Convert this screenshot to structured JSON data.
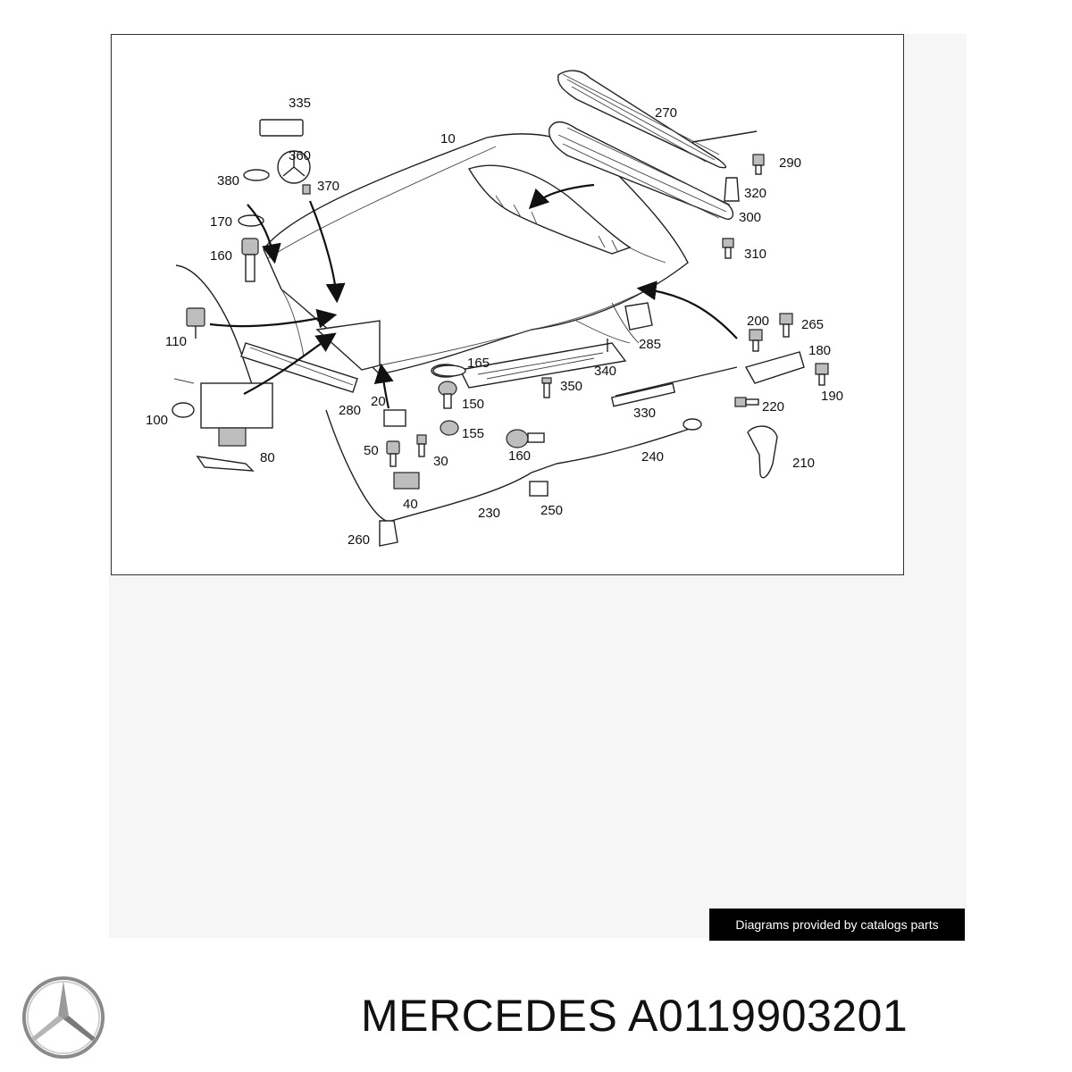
{
  "diagram": {
    "callouts": [
      "10",
      "20",
      "30",
      "40",
      "50",
      "80",
      "100",
      "110",
      "150",
      "155",
      "160",
      "165",
      "170",
      "180",
      "190",
      "200",
      "210",
      "220",
      "230",
      "240",
      "250",
      "260",
      "265",
      "270",
      "280",
      "285",
      "290",
      "300",
      "310",
      "320",
      "330",
      "335",
      "340",
      "350",
      "360",
      "370",
      "380"
    ]
  },
  "credit": "Diagrams provided by catalogs parts",
  "brand": "MERCEDES",
  "part_number": "A0119903201",
  "logo_icon": "mercedes-star-icon"
}
